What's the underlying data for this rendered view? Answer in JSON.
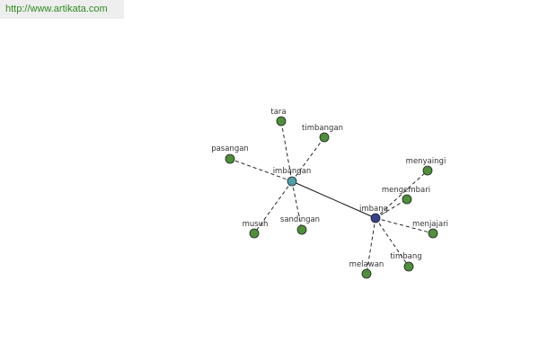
{
  "source_link": {
    "text": "http://www.artikata.com"
  },
  "colors": {
    "leaf_node": "#4e8f3a",
    "hub_imbangan": "#4f9ea8",
    "hub_imbang": "#39408f",
    "node_stroke": "#222222",
    "edge": "#111111",
    "link_text": "#2e8b1f"
  },
  "graph": {
    "hubs": [
      {
        "id": "imbangan",
        "label": "imbangan",
        "color_key": "hub_imbangan"
      },
      {
        "id": "imbang",
        "label": "imbang",
        "color_key": "hub_imbang"
      }
    ],
    "leaves": [
      {
        "id": "tara",
        "label": "tara",
        "hub": "imbangan"
      },
      {
        "id": "timbangan",
        "label": "timbangan",
        "hub": "imbangan"
      },
      {
        "id": "pasangan",
        "label": "pasangan",
        "hub": "imbangan"
      },
      {
        "id": "musuh",
        "label": "musuh",
        "hub": "imbangan"
      },
      {
        "id": "sandingan",
        "label": "sandingan",
        "hub": "imbangan"
      },
      {
        "id": "menyaingi",
        "label": "menyaingi",
        "hub": "imbang"
      },
      {
        "id": "mengembari",
        "label": "mengembari",
        "hub": "imbang"
      },
      {
        "id": "menjajari",
        "label": "menjajari",
        "hub": "imbang"
      },
      {
        "id": "melawan",
        "label": "melawan",
        "hub": "imbang"
      },
      {
        "id": "timbang",
        "label": "timbang",
        "hub": "imbang"
      }
    ],
    "links": [
      {
        "from": "imbangan",
        "to": "imbang",
        "style": "solid"
      }
    ]
  }
}
